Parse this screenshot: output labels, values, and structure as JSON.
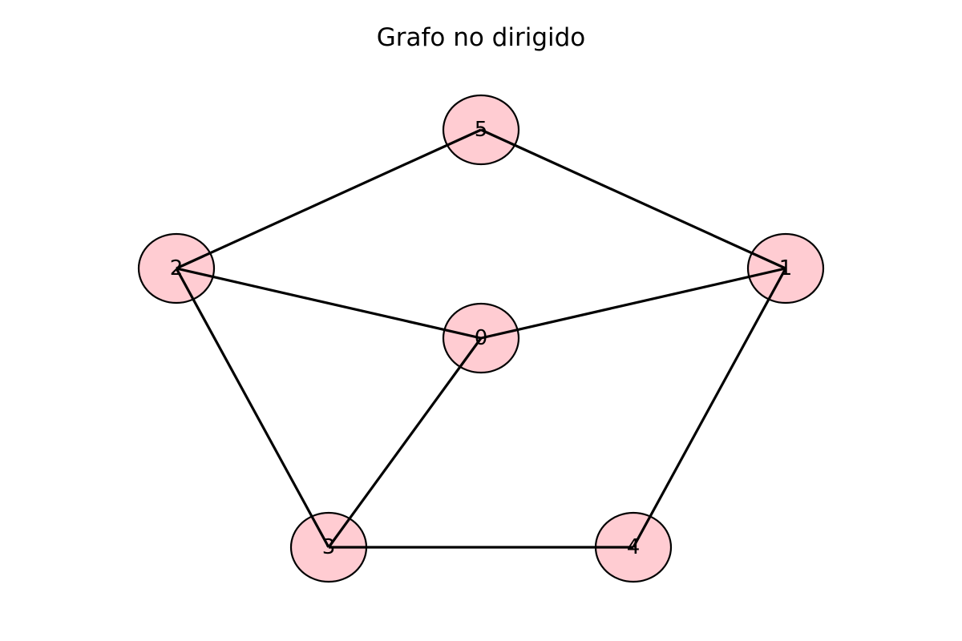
{
  "title": "Grafo no dirigido",
  "graph": {
    "directed": false,
    "nodes": [
      {
        "id": "0",
        "label": "0"
      },
      {
        "id": "1",
        "label": "1"
      },
      {
        "id": "2",
        "label": "2"
      },
      {
        "id": "3",
        "label": "3"
      },
      {
        "id": "4",
        "label": "4"
      },
      {
        "id": "5",
        "label": "5"
      }
    ],
    "edges": [
      [
        "5",
        "2"
      ],
      [
        "5",
        "1"
      ],
      [
        "2",
        "0"
      ],
      [
        "0",
        "1"
      ],
      [
        "2",
        "3"
      ],
      [
        "0",
        "3"
      ],
      [
        "3",
        "4"
      ],
      [
        "1",
        "4"
      ]
    ]
  },
  "colors": {
    "node_fill": "#ffccd2",
    "node_stroke": "#000000",
    "edge": "#000000"
  }
}
